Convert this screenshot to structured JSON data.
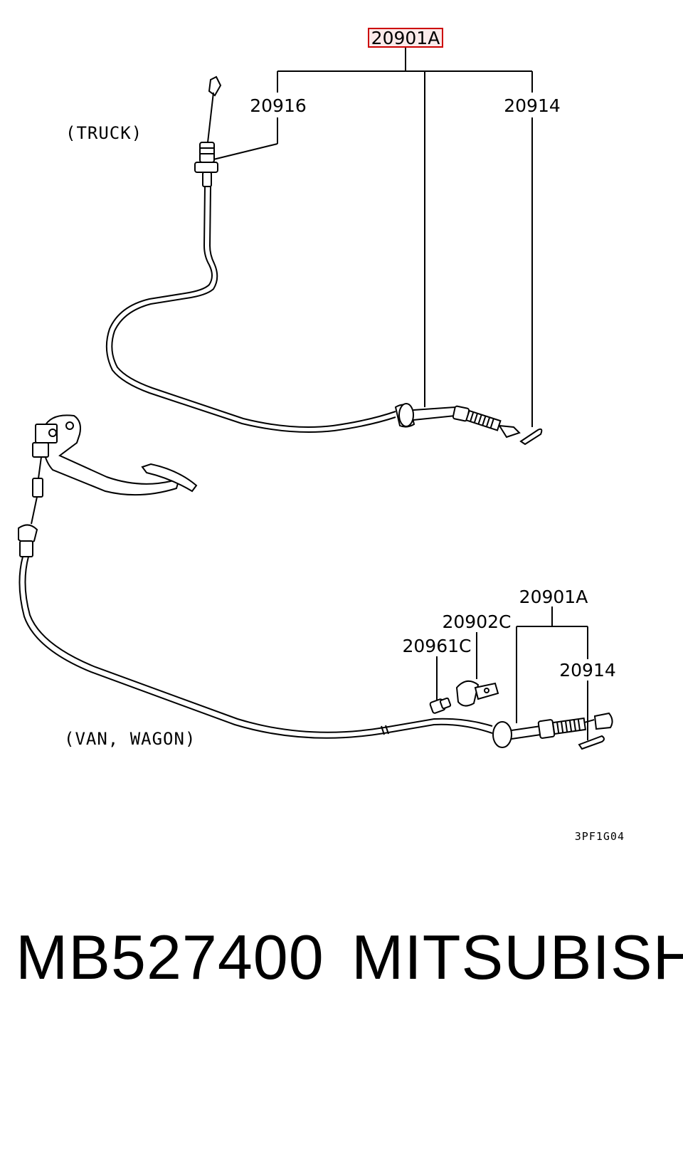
{
  "callouts": {
    "top_main": "20901A",
    "top_left": "20916",
    "top_right": "20914",
    "bottom_main": "20901A",
    "bottom_clip": "20902C",
    "bottom_bolt": "20961C",
    "bottom_pin": "20914"
  },
  "variants": {
    "truck": "(TRUCK)",
    "van_wagon": "(VAN, WAGON)"
  },
  "figure_code": "3PF1G04",
  "part_number": "MB527400",
  "brand": "MITSUBISHI",
  "highlight_color": "#cc0000",
  "highlight_fill": "#fbeaea"
}
